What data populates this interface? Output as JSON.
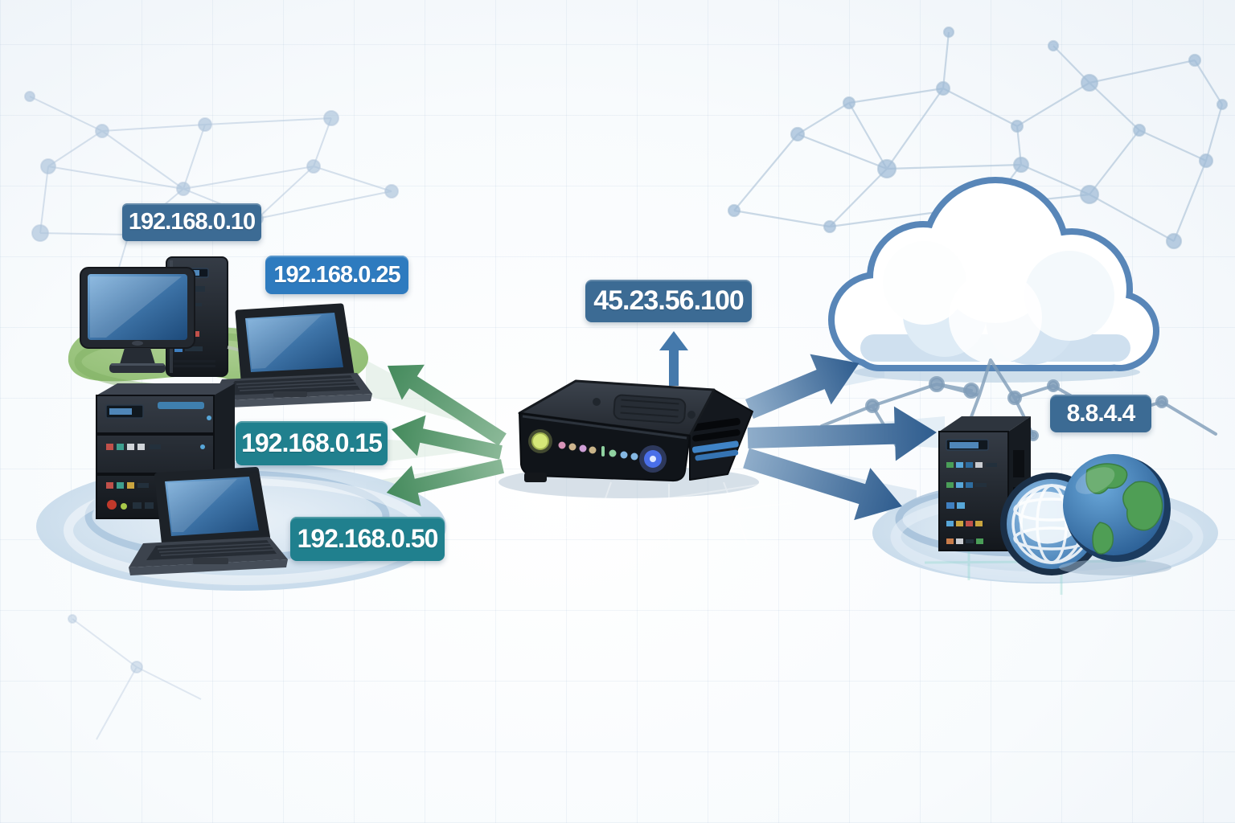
{
  "diagram_type": "network-address-translation-illustration",
  "badges": {
    "pc": {
      "text": "192.168.0.10",
      "color": "#3c6b94"
    },
    "laptop_top": {
      "text": "192.168.0.25",
      "color": "#2e7bbf"
    },
    "lan_server": {
      "text": "192.168.0.15",
      "color": "#20808e"
    },
    "laptop_bottom": {
      "text": "192.168.0.50",
      "color": "#20808e"
    },
    "router_public": {
      "text": "45.23.56.100",
      "color": "#3c6b94"
    },
    "dns": {
      "text": "8.8.4.4",
      "color": "#3a6a94"
    }
  },
  "lan": {
    "devices": [
      "desktop-computer",
      "laptop",
      "rack-server",
      "laptop"
    ],
    "ground_colors": {
      "green_blob": "#99c47c",
      "blue_ellipse": "#c3d8ea"
    }
  },
  "router": {
    "icon": "router",
    "led_colors": [
      "#d6e878",
      "#d894b8",
      "#cdb48d",
      "#cf9fd6",
      "#c9b489",
      "#8fd1a0",
      "#84b7e2",
      "#4a6fe8"
    ]
  },
  "wan": {
    "devices": [
      "cloud",
      "server-tower",
      "wireframe-globe",
      "earth-globe"
    ],
    "ground_color": "#c3d8ea"
  },
  "arrows": {
    "to_lan": {
      "count": 3,
      "color": "#4e9165",
      "direction": "router-to-local-devices"
    },
    "to_wan": {
      "count": 3,
      "color": "#35618e",
      "direction": "router-to-internet"
    },
    "public_ip_pointer": {
      "count": 1,
      "color": "#4579ab",
      "direction": "up"
    }
  },
  "background": {
    "mesh_color": "#a9c2da",
    "grid_color": "#96b0ce"
  }
}
